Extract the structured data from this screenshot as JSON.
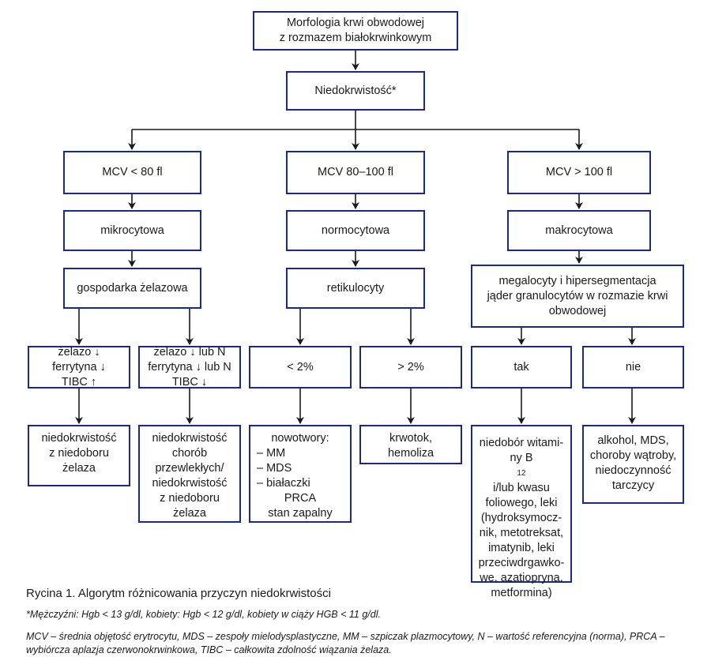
{
  "diagram": {
    "root": [
      "Morfologia krwi obwodowej",
      "z rozmazem białokrwinkowym"
    ],
    "anemia": "Niedokrwistość*",
    "mcv": [
      "MCV < 80 fl",
      "MCV 80–100 fl",
      "MCV > 100 fl"
    ],
    "type": [
      "mikrocytowa",
      "normocytowa",
      "makrocytowa"
    ],
    "test": {
      "iron": "gospodarka żelazowa",
      "retic": "retikulocyty",
      "mega": [
        "megalocyty i hipersegmentacja",
        "jąder granulocytów w rozmazie krwi",
        "obwodowej"
      ]
    },
    "cond": {
      "iron_a": [
        "żelazo ↓",
        "ferrytyna ↓",
        "TIBC ↑"
      ],
      "iron_b": [
        "żelazo ↓ lub N",
        "ferrytyna ↓ lub N",
        "TIBC ↓"
      ],
      "retic_low": "< 2%",
      "retic_high": "> 2%",
      "yes": "tak",
      "no": "nie"
    },
    "result": {
      "r1": [
        "niedokrwistość",
        "z niedoboru",
        "żelaza"
      ],
      "r2": [
        "niedokrwistość",
        "chorób",
        "przewlekłych/",
        "niedokrwistość",
        "z niedoboru",
        "żelaza"
      ],
      "r3_title": "nowotwory:",
      "r3_items": [
        "– MM",
        "– MDS",
        "– białaczki"
      ],
      "r3_extra": [
        "PRCA",
        "stan zapalny"
      ],
      "r4": [
        "krwotok,",
        "hemoliza"
      ],
      "r5_line1": "niedobór witami-",
      "r5_ny": "ny B",
      "r5_sub": "12",
      "r5_after": " i/lub kwasu",
      "r5_rest": [
        "foliowego, leki",
        "(hydroksymocz-",
        "nik, metotreksat,",
        "imatynib, leki",
        "przeciwdrgawko-",
        "we, azatiopryna,",
        "metformina)"
      ],
      "r6": [
        "alkohol, MDS,",
        "choroby wątroby,",
        "niedoczynność",
        "tarczycy"
      ]
    }
  },
  "caption": "Rycina 1. Algorytm różnicowania przyczyn niedokrwistości",
  "footnote1": "*Mężczyźni: Hgb < 13 g/dl, kobiety: Hgb < 12 g/dl, kobiety w ciąży HGB < 11 g/dl.",
  "footnote2": "MCV – średnia objętość erytrocytu, MDS – zespoły mielodysplastyczne, MM – szpiczak plazmocytowy, N – wartość referencyjna (norma), PRCA – wybiórcza aplazja czerwonokrwinkowa, TIBC – całkowita zdolność wiązania żelaza.",
  "colors": {
    "box_border": "#1a2a86",
    "line": "#1a1a1a"
  }
}
